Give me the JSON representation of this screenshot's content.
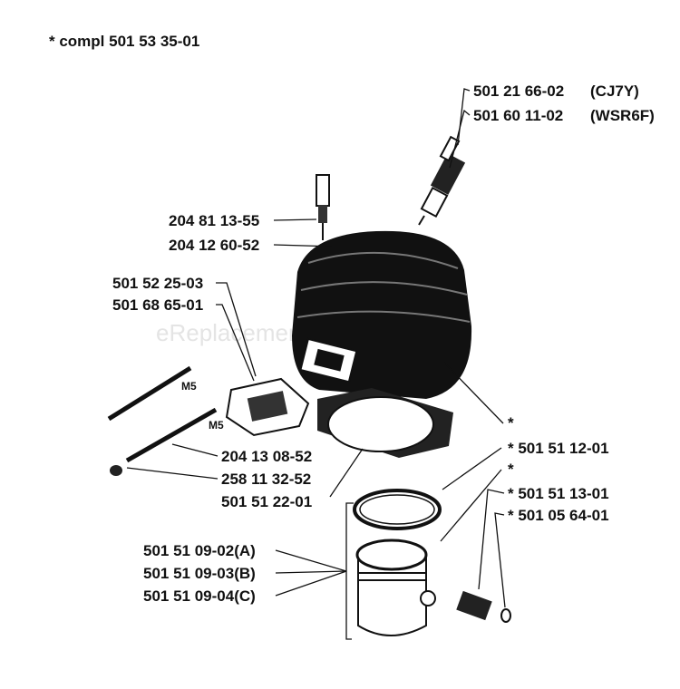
{
  "header": {
    "note": "* compl 501 53 35-01"
  },
  "watermark": "eReplacementParts.com",
  "labels": {
    "plug_cj7y": "501 21 66-02",
    "plug_cj7y_code": "(CJ7Y)",
    "plug_wsr6f": "501 60 11-02",
    "plug_wsr6f_code": "(WSR6F)",
    "valve": "204 81 13-55",
    "valve_2": "204 12 60-52",
    "gasket_1": "501 52 25-03",
    "gasket_2": "501 68 65-01",
    "m5_upper": "M5",
    "m5_lower": "M5",
    "star_cyl": "*",
    "ring": "* 501 51 12-01",
    "star_ring2": "*",
    "screw": "204 13 08-52",
    "washer": "258 11 32-52",
    "base_gasket": "501 51 22-01",
    "pin": "* 501 51 13-01",
    "circlip": "* 501 05 64-01",
    "piston_a": "501 51 09-02(A)",
    "piston_b": "501 51 09-03(B)",
    "piston_c": "501 51 09-04(C)"
  }
}
